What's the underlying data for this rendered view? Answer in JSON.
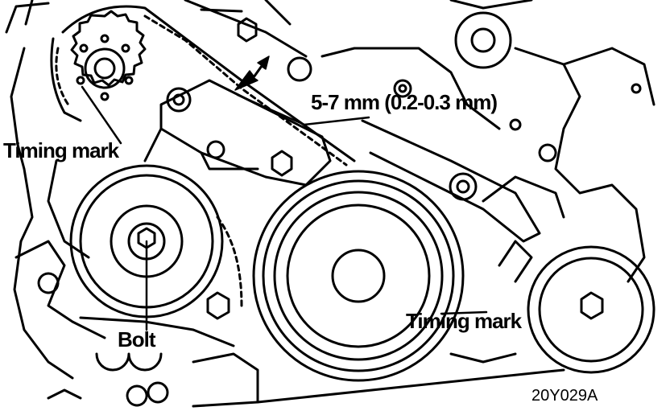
{
  "labels": {
    "timing_mark_top": "Timing mark",
    "belt_deflection": "5-7 mm (0.2-0.3 mm)",
    "timing_mark_bottom": "Timing mark",
    "bolt": "Bolt",
    "figure_code": "20Y029A"
  },
  "colors": {
    "line": "#000000",
    "background": "#ffffff"
  }
}
